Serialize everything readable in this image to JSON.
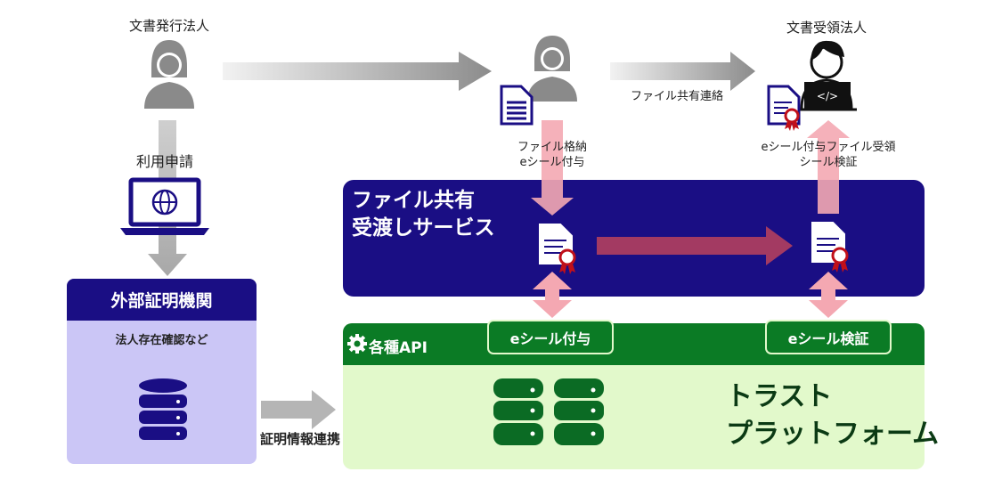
{
  "issuer": {
    "label": "文書発行法人"
  },
  "receiver": {
    "label": "文書受領法人"
  },
  "flows": {
    "apply": "利用申請",
    "share_notice": "ファイル共有連絡",
    "store_line1": "ファイル格納",
    "store_line2": "eシール付与",
    "receive_line1": "eシール付与ファイル受領",
    "receive_line2": "シール検証",
    "cert_link": "証明情報連携"
  },
  "external_cert": {
    "title": "外部証明機関",
    "subtitle": "法人存在確認など"
  },
  "file_service": {
    "title_line1": "ファイル共有",
    "title_line2": "受渡しサービス"
  },
  "trust_platform": {
    "api_label": "各種API",
    "buttons": [
      "eシール付与",
      "eシール検証"
    ],
    "title_line1": "トラスト",
    "title_line2": "プラットフォーム"
  },
  "colors": {
    "navy": "#1a0e84",
    "green": "#0b7b25",
    "light_green": "#e2f9cb",
    "lavender": "#cbc6f6",
    "pink": "#f4a8b2",
    "crimson": "#a33a62",
    "gray": "#8a8a8a"
  }
}
